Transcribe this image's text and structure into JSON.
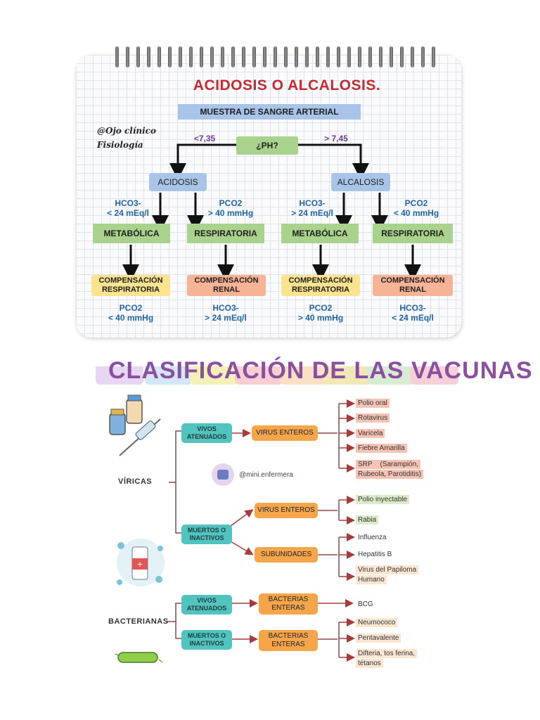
{
  "notebook": {
    "title": "ACIDOSIS O ALCALOSIS.",
    "sample": "MUESTRA DE SANGRE ARTERIAL",
    "signature": [
      "@Ojo clínico",
      "Fisiología"
    ],
    "ph_question": "¿PH?",
    "ph_low": "<7,35",
    "ph_high": "> 7,45",
    "acidosis": "ACIDOSIS",
    "alcalosis": "ALCALOSIS",
    "cond": [
      {
        "param": "HCO3-",
        "value": "< 24 mEq/l"
      },
      {
        "param": "PCO2",
        "value": "> 40 mmHg"
      },
      {
        "param": "HCO3-",
        "value": "> 24 mEq/l"
      },
      {
        "param": "PCO2",
        "value": "< 40 mmHg"
      }
    ],
    "types": [
      "METABÓLICA",
      "RESPIRATORIA",
      "METABÓLICA",
      "RESPIRATORIA"
    ],
    "comp": [
      {
        "l1": "COMPENSACIÓN",
        "l2": "RESPIRATORIA"
      },
      {
        "l1": "COMPENSACIÓN",
        "l2": "RENAL"
      },
      {
        "l1": "COMPENSACIÓN",
        "l2": "RESPIRATORIA"
      },
      {
        "l1": "COMPENSACIÓN",
        "l2": "RENAL"
      }
    ],
    "comp_values": [
      {
        "param": "PCO2",
        "value": "< 40 mmHg"
      },
      {
        "param": "HCO3-",
        "value": "> 24 mEq/l"
      },
      {
        "param": "PCO2",
        "value": "> 40 mmHg"
      },
      {
        "param": "HCO3-",
        "value": "< 24 mEq/l"
      }
    ]
  },
  "vaccines": {
    "title": "CLASIFICACIÓN DE LAS VACUNAS",
    "handle": "@mini.enfermera",
    "viricas": "VÍRICAS",
    "bacterianas": "BACTERIANAS",
    "vivos": [
      "VIVOS",
      "ATENUADOS"
    ],
    "muertos": [
      "MUERTOS O",
      "INACTIVOS"
    ],
    "virus_enteros": "VIRUS ENTEROS",
    "subunidades": "SUBUNIDADES",
    "bacterias": [
      "BACTERIAS",
      "ENTERAS"
    ],
    "vivos_virus_leaves": [
      "Polio oral",
      "Rotavirus",
      "Varicela",
      "Fiebre Amarilla",
      "SRP    (Sarampión,",
      "Rubeola, Parotiditis)"
    ],
    "muertos_virus_leaves": [
      "Polio inyectable",
      "Rabia"
    ],
    "subunidades_leaves": [
      "Influenza",
      "Hepatitis B",
      "Virus del Papiloma",
      "Humano"
    ],
    "bact_vivos_leaves": [
      "BCG"
    ],
    "bact_muertos_leaves": [
      "Neumococo",
      "Pentavalente",
      "Difteria, tos ferina,",
      "tétanos"
    ]
  }
}
